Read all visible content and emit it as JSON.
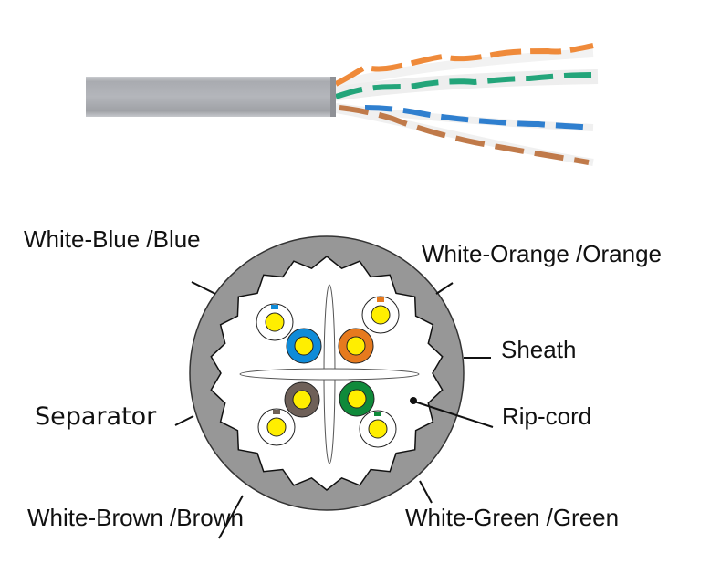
{
  "title": "Twisted-pair cable and cross-section",
  "photo": {
    "description": "Unshielded twisted pair cable with stripped jacket",
    "jacket_color": "#a4a6ab",
    "pairs": [
      {
        "name": "orange",
        "color": "#ef8a3a"
      },
      {
        "name": "green",
        "color": "#23a57a"
      },
      {
        "name": "blue",
        "color": "#2f7fcf"
      },
      {
        "name": "brown",
        "color": "#c07a4a"
      }
    ]
  },
  "cross_section": {
    "sheath_color": "#979797",
    "conductor_color": "#ffee00",
    "pairs": [
      {
        "id": "blue",
        "label": "White-Blue /Blue",
        "color": "#0f8bd8"
      },
      {
        "id": "orange",
        "label": "White-Orange /Orange",
        "color": "#e67a1e"
      },
      {
        "id": "brown",
        "label": "White-Brown /Brown",
        "color": "#6e6058"
      },
      {
        "id": "green",
        "label": "White-Green /Green",
        "color": "#0f8a3a"
      }
    ],
    "labels": {
      "white_blue": "White-Blue /Blue",
      "white_orange": "White-Orange /Orange",
      "sheath": "Sheath",
      "separator": "Separator",
      "rip_cord": "Rip-cord",
      "white_brown": "White-Brown /Brown",
      "white_green": "White-Green /Green"
    }
  }
}
